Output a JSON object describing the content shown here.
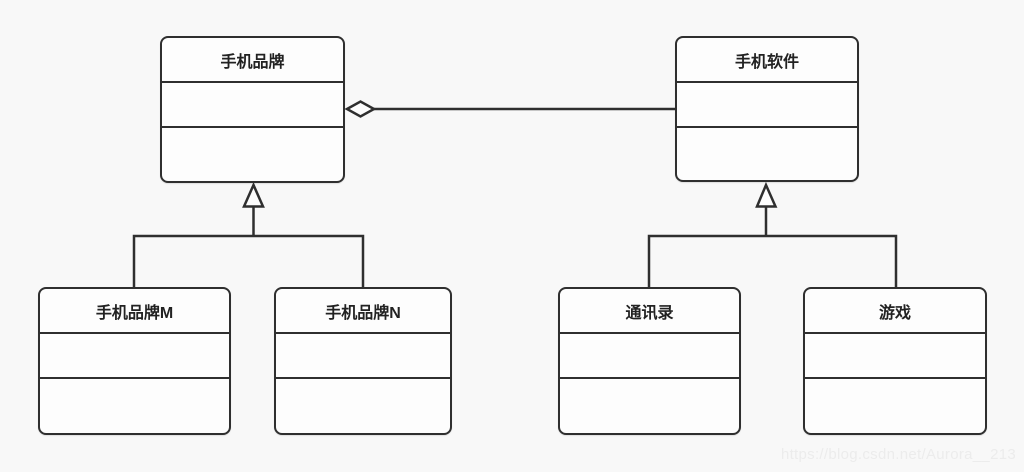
{
  "diagram": {
    "type": "uml-class-diagram",
    "classes": [
      {
        "id": "brand",
        "name": "手机品牌"
      },
      {
        "id": "software",
        "name": "手机软件"
      },
      {
        "id": "brand-m",
        "name": "手机品牌M"
      },
      {
        "id": "brand-n",
        "name": "手机品牌N"
      },
      {
        "id": "contacts",
        "name": "通讯录"
      },
      {
        "id": "games",
        "name": "游戏"
      }
    ],
    "relationships": [
      {
        "type": "aggregation",
        "from": "手机软件",
        "to": "手机品牌",
        "marker": "hollow-diamond"
      },
      {
        "type": "generalization",
        "from": "手机品牌M",
        "to": "手机品牌",
        "marker": "hollow-triangle"
      },
      {
        "type": "generalization",
        "from": "手机品牌N",
        "to": "手机品牌",
        "marker": "hollow-triangle"
      },
      {
        "type": "generalization",
        "from": "通讯录",
        "to": "手机软件",
        "marker": "hollow-triangle"
      },
      {
        "type": "generalization",
        "from": "游戏",
        "to": "手机软件",
        "marker": "hollow-triangle"
      }
    ],
    "colors": {
      "stroke": "#2f2f2f",
      "box_fill": "#fdfdfd",
      "background": "#f8f8f8",
      "watermark": "#ececec"
    }
  },
  "watermark": {
    "text": "https://blog.csdn.net/Aurora__213"
  }
}
